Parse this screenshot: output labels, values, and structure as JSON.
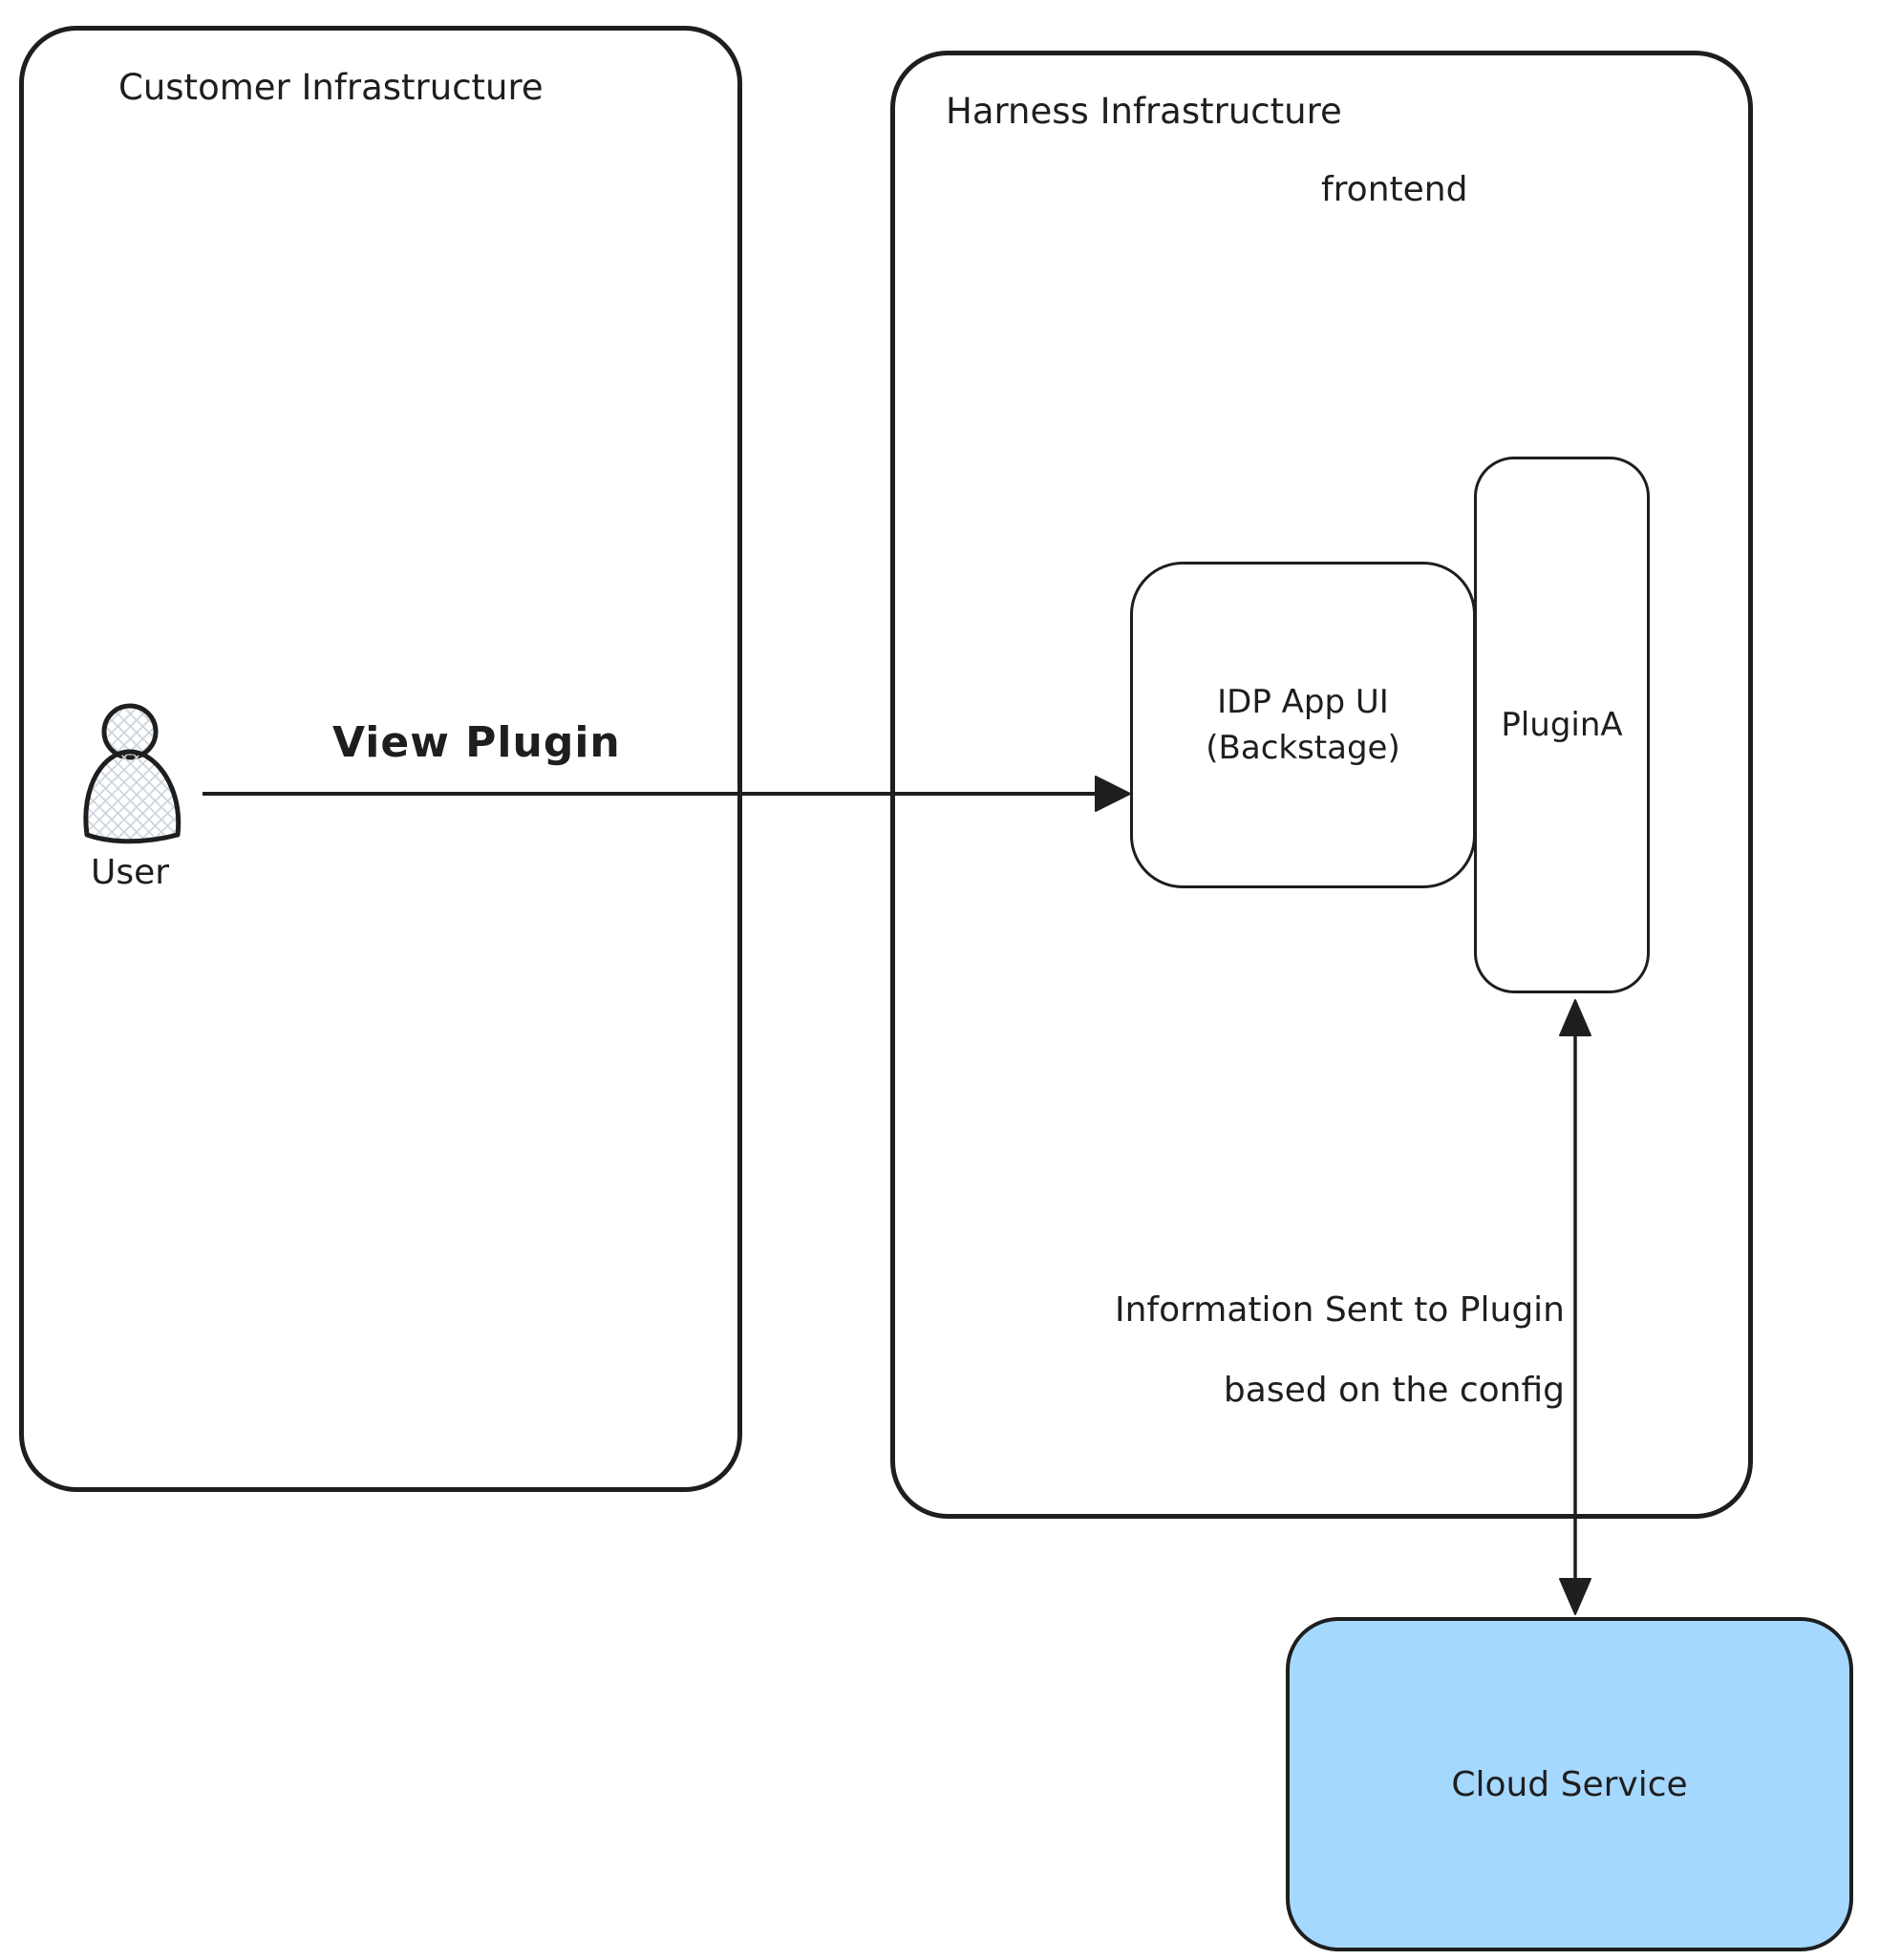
{
  "customer": {
    "title": "Customer Infrastructure"
  },
  "harness": {
    "title": "Harness Infrastructure",
    "frontend_label": "frontend"
  },
  "user": {
    "label": "User"
  },
  "view_plugin_arrow": {
    "label": "View Plugin"
  },
  "idp": {
    "line1": "IDP App UI",
    "line2": "(Backstage)"
  },
  "plugin": {
    "label": "PluginA"
  },
  "info_arrow": {
    "line1": "Information Sent to Plugin",
    "line2": "based on the config"
  },
  "cloud": {
    "label": "Cloud Service"
  },
  "colors": {
    "stroke": "#1e1e1e",
    "cloud_fill": "#a5d8ff",
    "hatch": "#c9d3dc",
    "background": "#ffffff"
  }
}
